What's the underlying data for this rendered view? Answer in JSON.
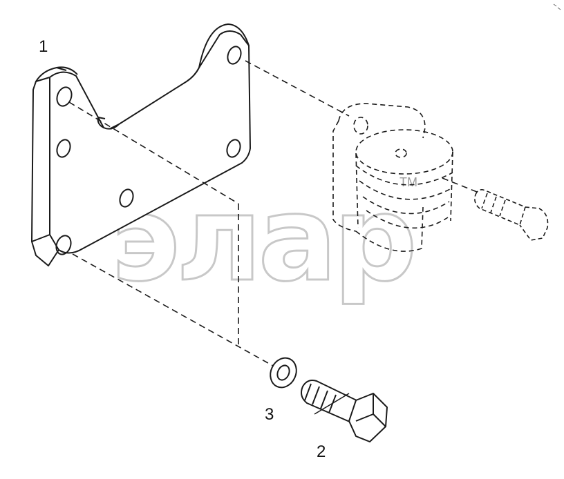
{
  "diagram": {
    "callouts": [
      {
        "id": "part-1",
        "number": "1"
      },
      {
        "id": "part-2",
        "number": "2"
      },
      {
        "id": "part-3",
        "number": "3"
      }
    ],
    "watermark": {
      "text": "элар",
      "trademark": "TM"
    },
    "colors": {
      "line": "#1a1a1a",
      "watermark": "#c8c8c8"
    }
  }
}
